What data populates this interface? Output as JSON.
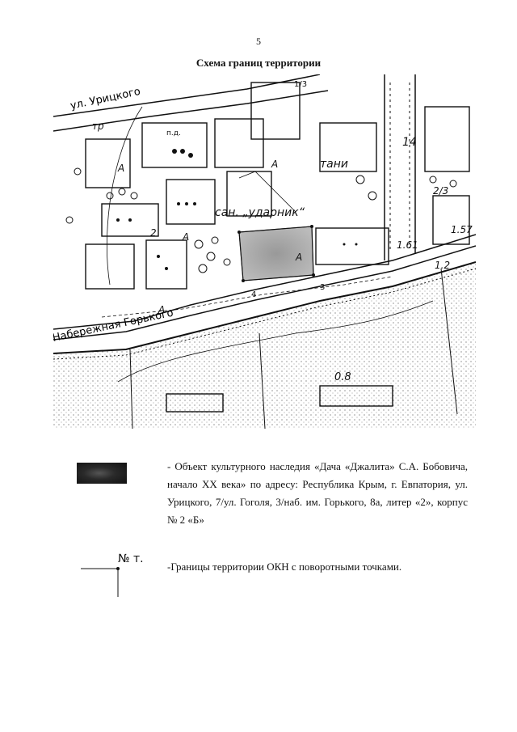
{
  "page": {
    "number": "5",
    "title": "Схема границ территории"
  },
  "map": {
    "street_labels": [
      "ул. Урицкого",
      "Набережная Горького"
    ],
    "labels": [
      "тр",
      "А",
      "А",
      "А",
      "А",
      "А",
      "сан. „ударник“",
      "тани",
      "2",
      "14",
      "2/3",
      "1.61",
      "1.57",
      "1.2",
      "0.8",
      "3",
      "4",
      "1/3",
      "п.д."
    ]
  },
  "legend": {
    "object_text": "- Объект культурного наследия «Дача «Джалита» С.А. Бобовича, начало XX века» по адресу: Республика Крым, г. Евпатория, ул. Урицкого, 7/ул. Гоголя, 3/наб. им. Горького, 8а, литер «2», корпус № 2 «Б»",
    "marker_label": "№ т.",
    "boundary_text": "-Границы территории ОКН с поворотными точками."
  }
}
